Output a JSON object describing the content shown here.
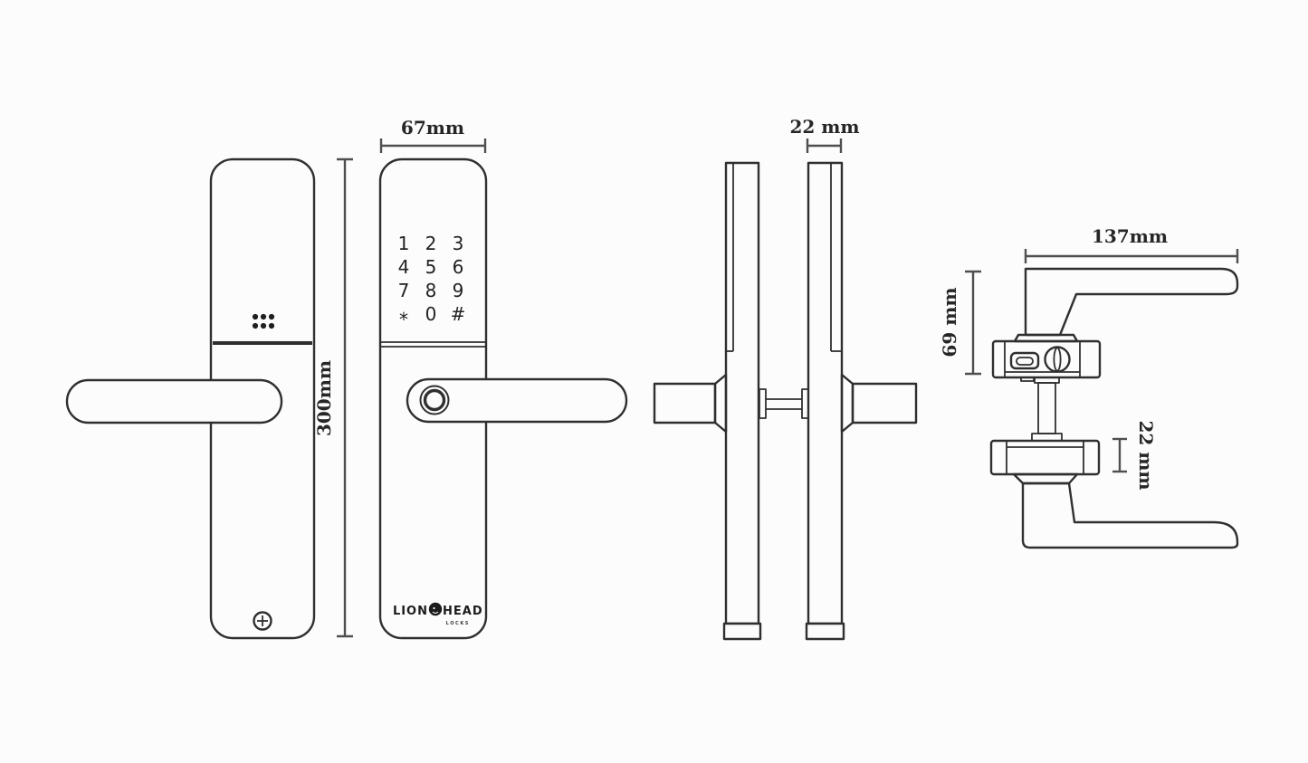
{
  "drawing_title": "smart-lock-dimension-drawing",
  "colors": {
    "background": "#fcfcfc",
    "part_line": "#2f2f2f",
    "dimension_line": "#4f4f4f",
    "text": "#262626"
  },
  "back_view": {
    "height_dim": "300mm"
  },
  "front_view": {
    "width_dim": "67mm",
    "keypad_keys": [
      "1",
      "2",
      "3",
      "4",
      "5",
      "6",
      "7",
      "8",
      "9",
      "*",
      "0",
      "#"
    ],
    "logo": {
      "word_left": "LION",
      "word_right": "HEAD",
      "subtext": "LOCKS"
    }
  },
  "side_view": {
    "thickness_dim": "22 mm"
  },
  "top_view": {
    "handle_length_dim": "137mm",
    "body_height_dim": "69 mm",
    "plate_thickness_dim": "22 mm"
  }
}
